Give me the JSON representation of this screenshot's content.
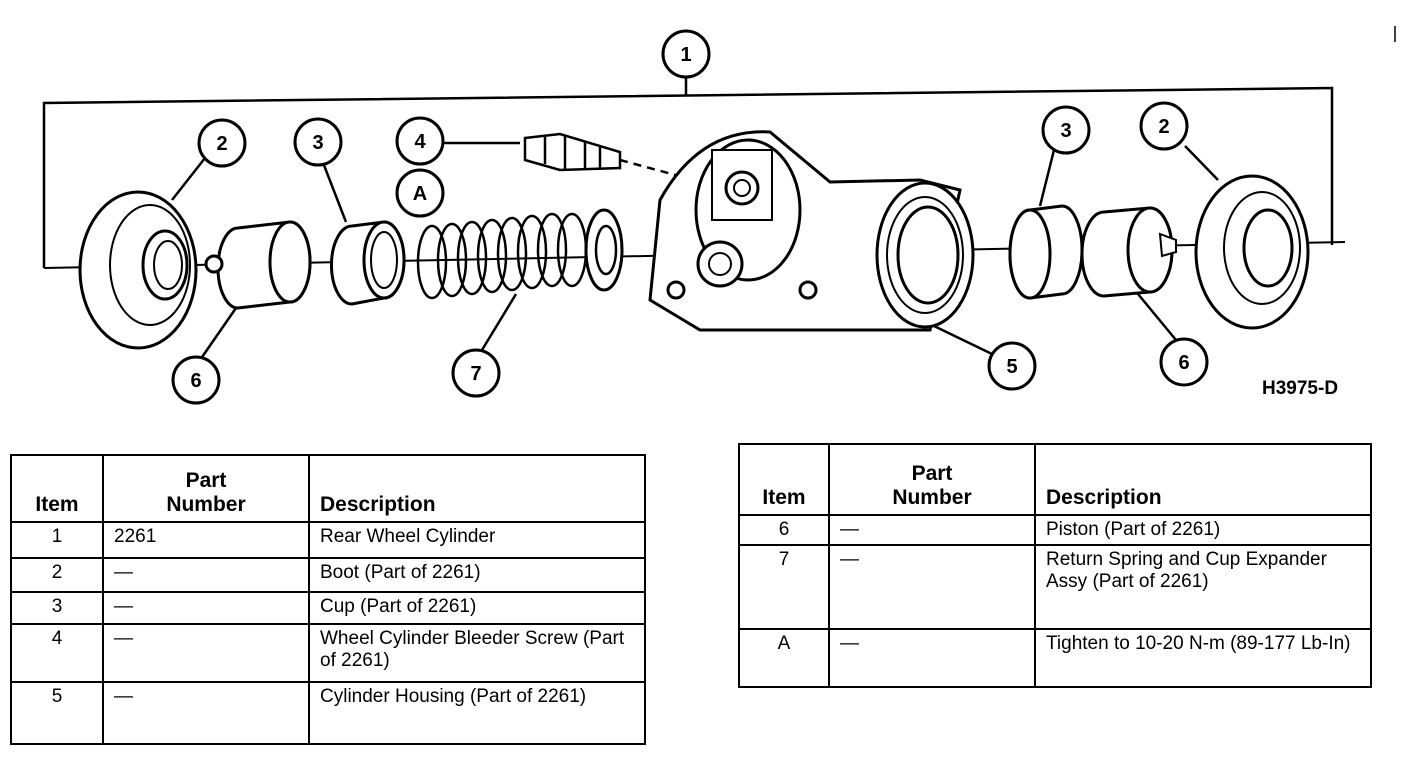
{
  "figure_id": "H3975-D",
  "callouts": [
    "1",
    "2",
    "3",
    "4",
    "A",
    "2",
    "3",
    "6",
    "7",
    "5",
    "6"
  ],
  "table_headers": {
    "item": "Item",
    "part_number_line1": "Part",
    "part_number_line2": "Number",
    "description": "Description"
  },
  "table_left": [
    {
      "item": "1",
      "part_number": "2261",
      "description": "Rear Wheel Cylinder"
    },
    {
      "item": "2",
      "part_number": "—",
      "description": "Boot (Part of 2261)"
    },
    {
      "item": "3",
      "part_number": "—",
      "description": "Cup (Part of 2261)"
    },
    {
      "item": "4",
      "part_number": "—",
      "description": "Wheel Cylinder Bleeder Screw (Part of 2261)"
    },
    {
      "item": "5",
      "part_number": "—",
      "description": "Cylinder Housing (Part of 2261)"
    }
  ],
  "table_right": [
    {
      "item": "6",
      "part_number": "—",
      "description": "Piston (Part of 2261)"
    },
    {
      "item": "7",
      "part_number": "—",
      "description": "Return Spring and Cup Expander Assy (Part of 2261)"
    },
    {
      "item": "A",
      "part_number": "—",
      "description": "Tighten to 10-20 N-m (89-177 Lb-In)"
    }
  ]
}
